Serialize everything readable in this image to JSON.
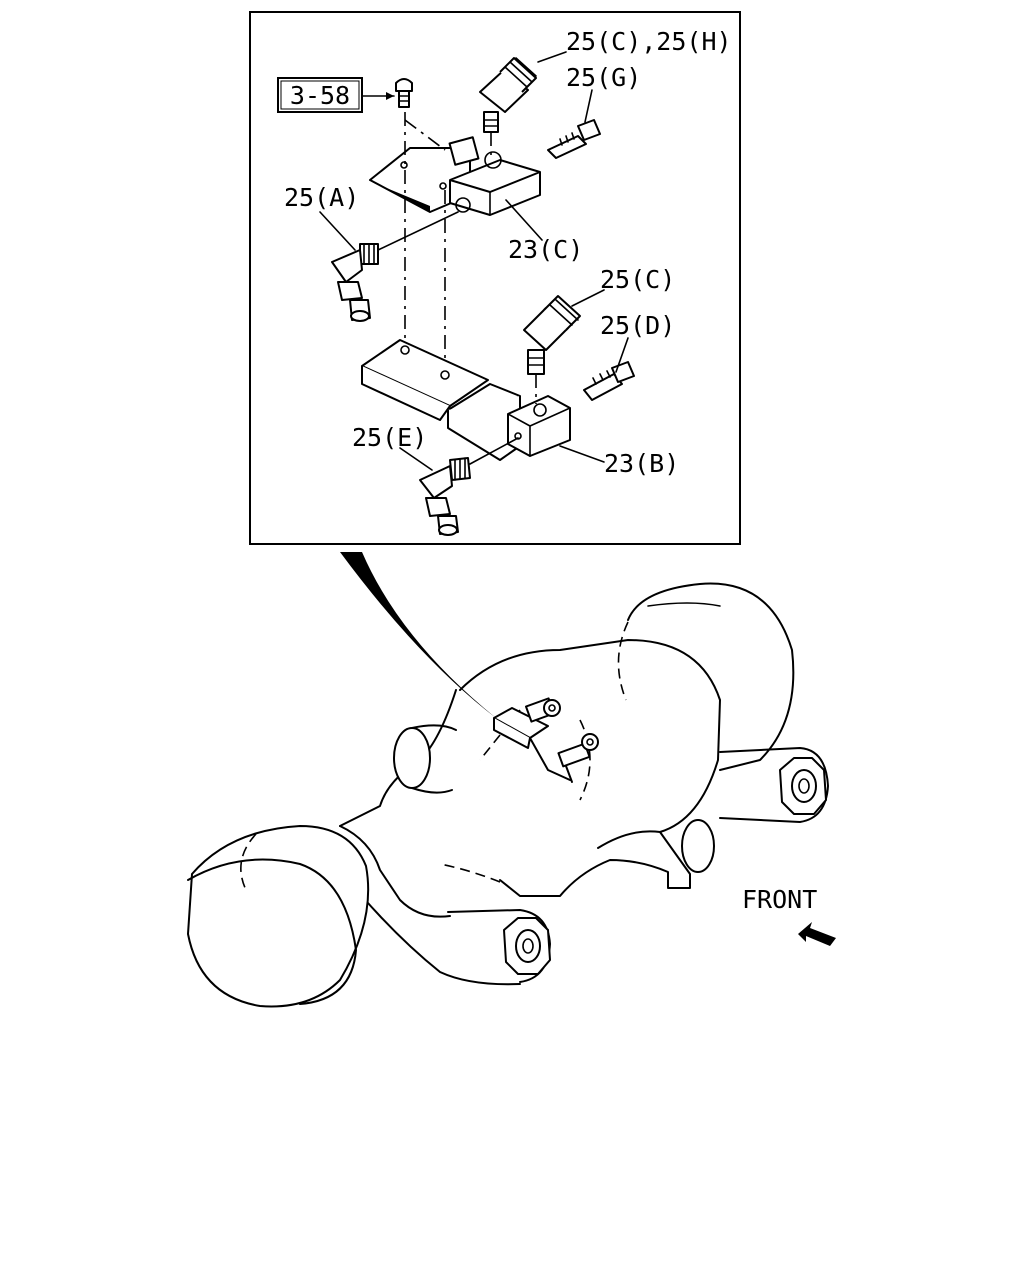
{
  "callouts": {
    "ref_box": "3-58",
    "c_h": "25(C),25(H)",
    "g": "25(G)",
    "a": "25(A)",
    "c23": "23(C)",
    "c": "25(C)",
    "d": "25(D)",
    "e": "25(E)",
    "b23": "23(B)"
  },
  "orientation": {
    "label": "FRONT"
  },
  "icons": {
    "front_arrow": "arrow-icon"
  }
}
